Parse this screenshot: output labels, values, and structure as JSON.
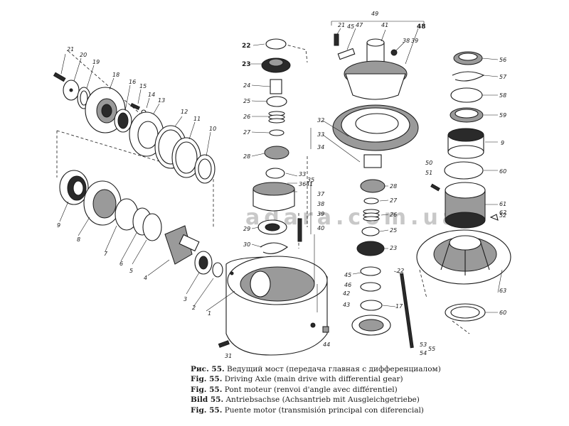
{
  "caption": {
    "lines": [
      {
        "label": "Рис. 55.",
        "text": "Ведущий мост (передача главная с дифференциалом)"
      },
      {
        "label": "Fig. 55.",
        "text": "Driving Axle (main drive with differential gear)"
      },
      {
        "label": "Fig. 55.",
        "text": "Pont moteur (renvoi d'angle avec différentiel)"
      },
      {
        "label": "Bild 55.",
        "text": "Antriebsachse (Achsantrieb mit Ausgleichgetriebe)"
      },
      {
        "label": "Fig. 55.",
        "text": "Puente motor (transmisión principal con diferencial)"
      }
    ]
  },
  "watermark": "adara.com.ua",
  "callouts": {
    "c1": "1",
    "c2": "2",
    "c3": "3",
    "c4": "4",
    "c5": "5",
    "c6": "6",
    "c7": "7",
    "c8": "8",
    "c9a": "9",
    "c9b": "9",
    "c10": "10",
    "c11": "11",
    "c12": "12",
    "c13": "13",
    "c14": "14",
    "c15": "15",
    "c16": "16",
    "c17": "17",
    "c18": "18",
    "c19": "19",
    "c20": "20",
    "c21a": "21",
    "c21b": "21",
    "c22a": "22",
    "c22b": "22",
    "c23a": "23",
    "c23b": "23",
    "c24": "24",
    "c25a": "25",
    "c25b": "25",
    "c26a": "26",
    "c26b": "26",
    "c27a": "27",
    "c27b": "27",
    "c28a": "28",
    "c28b": "28",
    "c29": "29",
    "c30": "30",
    "c31": "31",
    "c32": "32",
    "c33a": "33",
    "c33b": "33",
    "c34": "34",
    "c35": "35",
    "c36": "36",
    "c37": "37",
    "c38a": "38",
    "c38b": "38",
    "c39a": "39",
    "c39b": "39",
    "c40": "40",
    "c41a": "41",
    "c41b": "41",
    "c42": "42",
    "c43": "43",
    "c44": "44",
    "c45a": "45",
    "c45b": "45",
    "c46": "46",
    "c47": "47",
    "c48": "48",
    "c49": "49",
    "c50": "50",
    "c51": "51",
    "c52": "52",
    "c53": "53",
    "c54": "54",
    "c55": "55",
    "c56": "56",
    "c57": "57",
    "c58": "58",
    "c59": "59",
    "c60a": "60",
    "c60b": "60",
    "c61": "61",
    "c62": "62",
    "c63": "63"
  }
}
